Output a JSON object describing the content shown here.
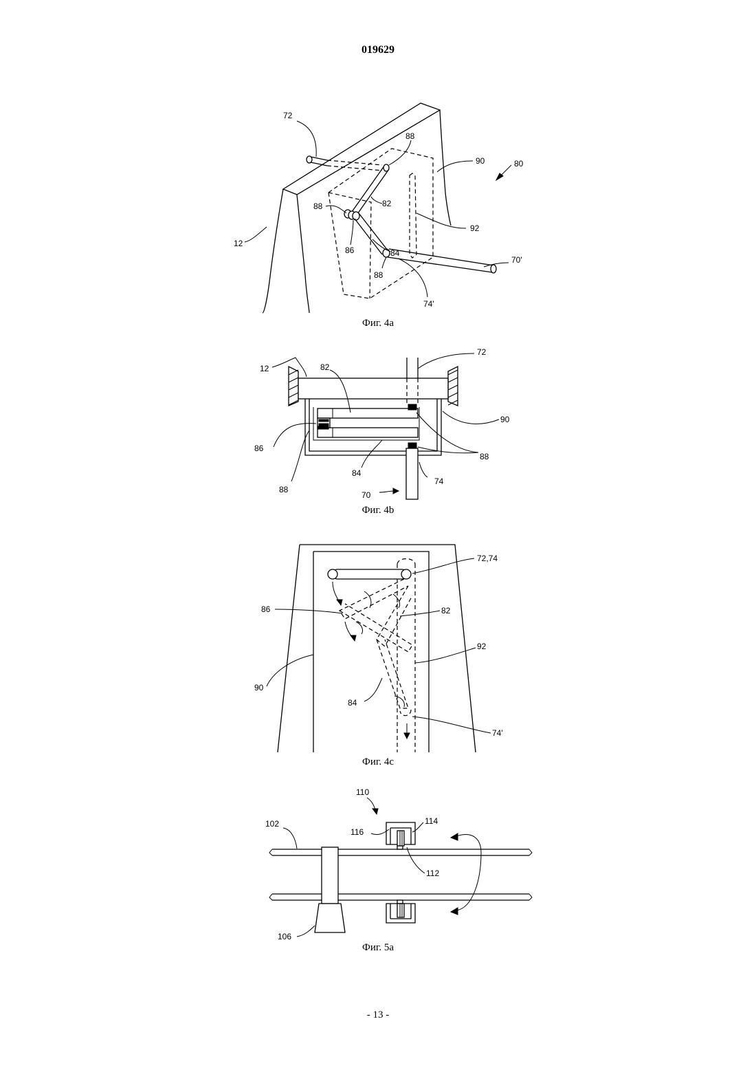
{
  "document": {
    "number": "019629",
    "page": "- 13 -"
  },
  "figures": {
    "fig4a": {
      "caption": "Фиг. 4a",
      "labels": {
        "l72": "72",
        "l88a": "88",
        "l90": "90",
        "l80": "80",
        "l82": "82",
        "l88b": "88",
        "l92": "92",
        "l12": "12",
        "l84": "84",
        "l70p": "70'",
        "l86": "86",
        "l88c": "88",
        "l74p": "74'"
      }
    },
    "fig4b": {
      "caption": "Фиг. 4b",
      "labels": {
        "l12": "12",
        "l82": "82",
        "l72": "72",
        "l90": "90",
        "l86": "86",
        "l88a": "88",
        "l84": "84",
        "l74": "74",
        "l88b": "88",
        "l70": "70"
      }
    },
    "fig4c": {
      "caption": "Фиг. 4c",
      "labels": {
        "l7274": "72,74",
        "l86": "86",
        "l82": "82",
        "l92": "92",
        "l90": "90",
        "l84": "84",
        "l74p": "74'"
      }
    },
    "fig5a": {
      "caption": "Фиг. 5a",
      "labels": {
        "l110": "110",
        "l102": "102",
        "l116": "116",
        "l114": "114",
        "l112": "112",
        "l106": "106"
      }
    }
  }
}
